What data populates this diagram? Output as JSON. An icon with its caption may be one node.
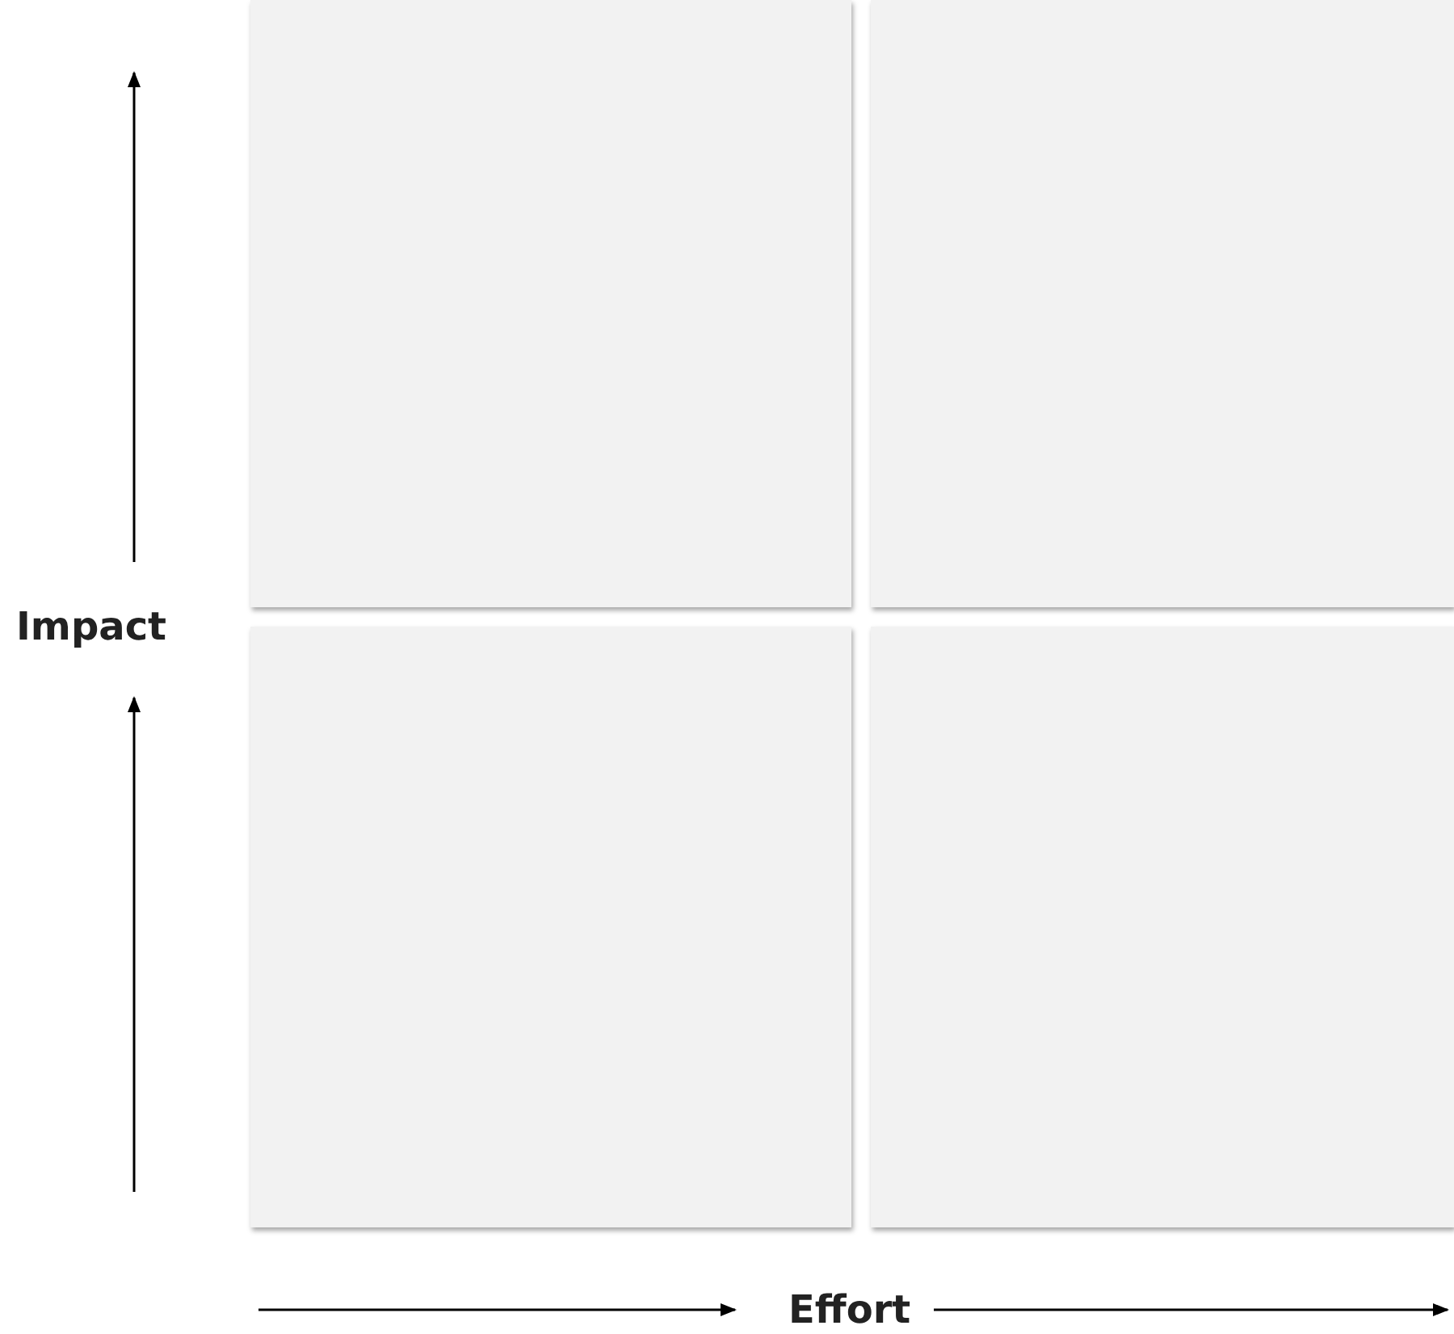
{
  "diagram": {
    "nodes": [
      {
        "text": [],
        "shape": "box"
      },
      {
        "text": [],
        "shape": "box"
      },
      {
        "text": [],
        "shape": "box"
      },
      {
        "text": [],
        "shape": "box"
      }
    ],
    "labels": [
      "Impact",
      "Effort"
    ]
  }
}
